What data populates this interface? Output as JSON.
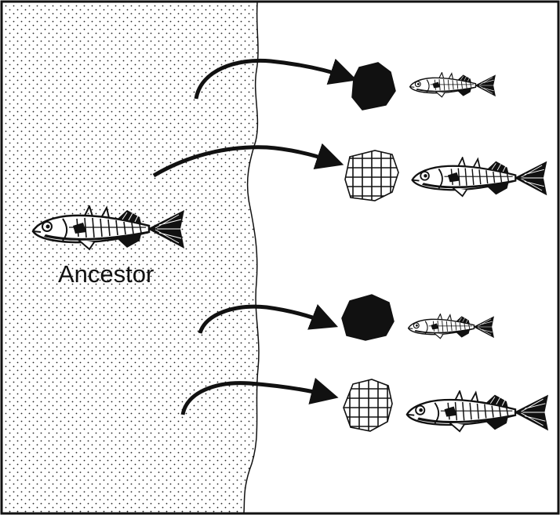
{
  "diagram": {
    "ancestor_label": "Ancestor",
    "colors": {
      "ink": "#111111",
      "background": "#ffffff",
      "stipple": "#222222",
      "grid_fill": "#ffffff",
      "solid_lake": "#111111"
    },
    "icons": {
      "ancestor": "fish-icon",
      "lake_solid": "solid-lake-icon",
      "lake_grid": "grid-lake-icon",
      "arrow": "curved-arrow-icon"
    },
    "branches": [
      {
        "lake": "solid",
        "fish": "small"
      },
      {
        "lake": "grid",
        "fish": "large"
      },
      {
        "lake": "solid",
        "fish": "small"
      },
      {
        "lake": "grid",
        "fish": "large"
      }
    ]
  }
}
